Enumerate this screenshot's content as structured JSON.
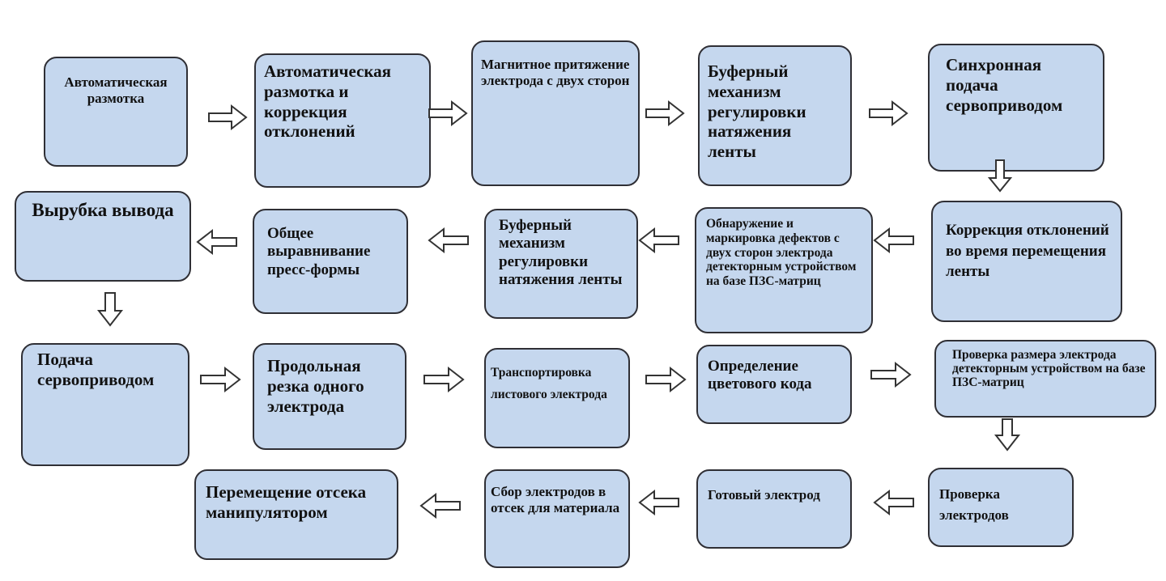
{
  "steps": {
    "s1": "Автоматическая размотка",
    "s2": "Автоматическая размотка и коррекция отклонений",
    "s3": "Магнитное притяжение электрода с двух сторон",
    "s4": "Буферный механизм регулировки натяжения ленты",
    "s5": "Синхронная подача сервоприводом",
    "s6": "Коррекция отклонений во время перемещения ленты",
    "s7": "Обнаружение и маркировка дефектов с двух сторон электрода детекторным устройством на базе ПЗС-матриц",
    "s8": "Буферный механизм регулировки натяжения ленты",
    "s9": "Общее выравнивание пресс-формы",
    "s10": "Вырубка вывода",
    "s11": "Подача сервоприводом",
    "s12": "Продольная резка одного электрода",
    "s13": "Транспортировка листового электрода",
    "s14": "Определение цветового кода",
    "s15": "Проверка размера электрода детекторным устройством на базе ПЗС-матриц",
    "s16": "Проверка электродов",
    "s17": "Готовый электрод",
    "s18": "Сбор электродов в отсек для материала",
    "s19": "Перемещение отсека манипулятором"
  },
  "colors": {
    "box_fill": "#c5d7ee",
    "box_border": "#2f2f35",
    "arrow_fill": "#ffffff",
    "arrow_stroke": "#333333"
  }
}
